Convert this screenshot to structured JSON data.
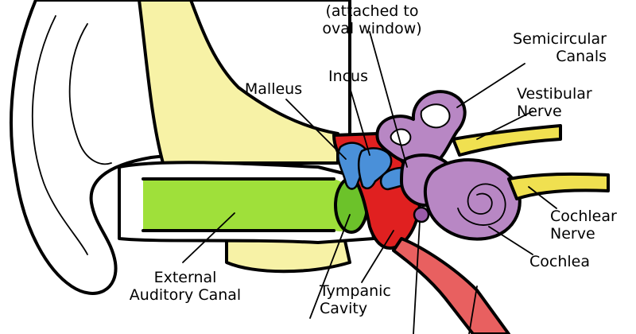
{
  "labels": {
    "stapes_line1": "(attached to",
    "stapes_line2": "oval window)",
    "semicircular_line1": "Semicircular",
    "semicircular_line2": "Canals",
    "vestibular_line1": "Vestibular",
    "vestibular_line2": "Nerve",
    "malleus": "Malleus",
    "incus": "Incus",
    "cochlear_nerve_line1": "Cochlear",
    "cochlear_nerve_line2": "Nerve",
    "cochlea": "Cochlea",
    "external_canal_line1": "External",
    "external_canal_line2": "Auditory Canal",
    "tympanic_line1": "Tympanic",
    "tympanic_line2": "Cavity"
  },
  "colors": {
    "bone": "#f7f2a6",
    "canal": "#9fe03a",
    "eardrum": "#6cc22a",
    "tympanic": "#e02020",
    "malleus_incus": "#4a90d9",
    "inner_ear": "#b887c4",
    "nerve": "#f0e050",
    "tube": "#e86060"
  }
}
